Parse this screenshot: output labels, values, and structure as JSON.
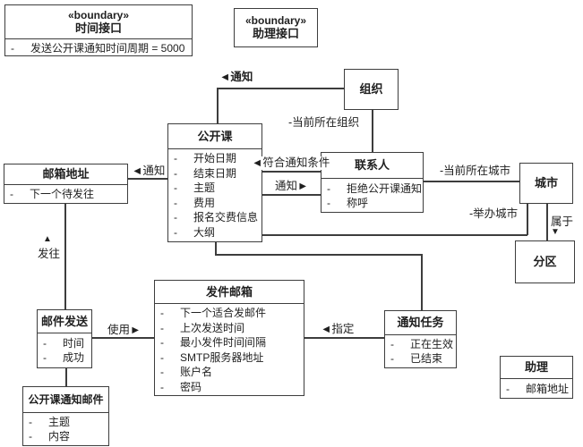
{
  "ui": {
    "bullet": "-"
  },
  "colors": {
    "line": "#3d3d3d",
    "background": "#ffffff",
    "text": "#1f1f1f"
  },
  "boxes": {
    "time_interface": {
      "stereotype": "«boundary»",
      "title": "时间接口",
      "attrs": [
        "发送公开课通知时间周期 = 5000"
      ]
    },
    "assistant_interface": {
      "stereotype": "«boundary»",
      "title": "助理接口"
    },
    "organization": {
      "title": "组织"
    },
    "public_course": {
      "title": "公开课",
      "attrs": [
        "开始日期",
        "结束日期",
        "主题",
        "费用",
        "报名交费信息",
        "大纲"
      ]
    },
    "email_address": {
      "title": "邮箱地址",
      "attrs": [
        "下一个待发往"
      ]
    },
    "contact": {
      "title": "联系人",
      "attrs": [
        "拒绝公开课通知",
        "称呼"
      ]
    },
    "city": {
      "title": "城市"
    },
    "district": {
      "title": "分区"
    },
    "sending_mailbox": {
      "title": "发件邮箱",
      "attrs": [
        "下一个适合发邮件",
        "上次发送时间",
        "最小发件时间间隔",
        "SMTP服务器地址",
        "账户名",
        "密码"
      ]
    },
    "mail_sending": {
      "title": "邮件发送",
      "attrs": [
        "时间",
        "成功"
      ]
    },
    "course_notice_mail": {
      "title": "公开课通知邮件",
      "attrs": [
        "主题",
        "内容"
      ]
    },
    "notification_task": {
      "title": "通知任务",
      "attrs": [
        "正在生效",
        "已结束"
      ]
    },
    "assistant": {
      "title": "助理",
      "attrs": [
        "邮箱地址"
      ]
    }
  },
  "labels": {
    "notify_org": "◄通知",
    "current_org": "-当前所在组织",
    "match_condition": "◄符合通知条件",
    "notify_contact": "通知►",
    "current_city": "-当前所在城市",
    "notify_email": "◄通知",
    "host_city": "-举办城市",
    "belongs_to": "属于",
    "belongs_arrow": "▼",
    "send_to_arrow": "▲",
    "send_to": "发往",
    "use": "使用►",
    "assign": "◄指定"
  }
}
